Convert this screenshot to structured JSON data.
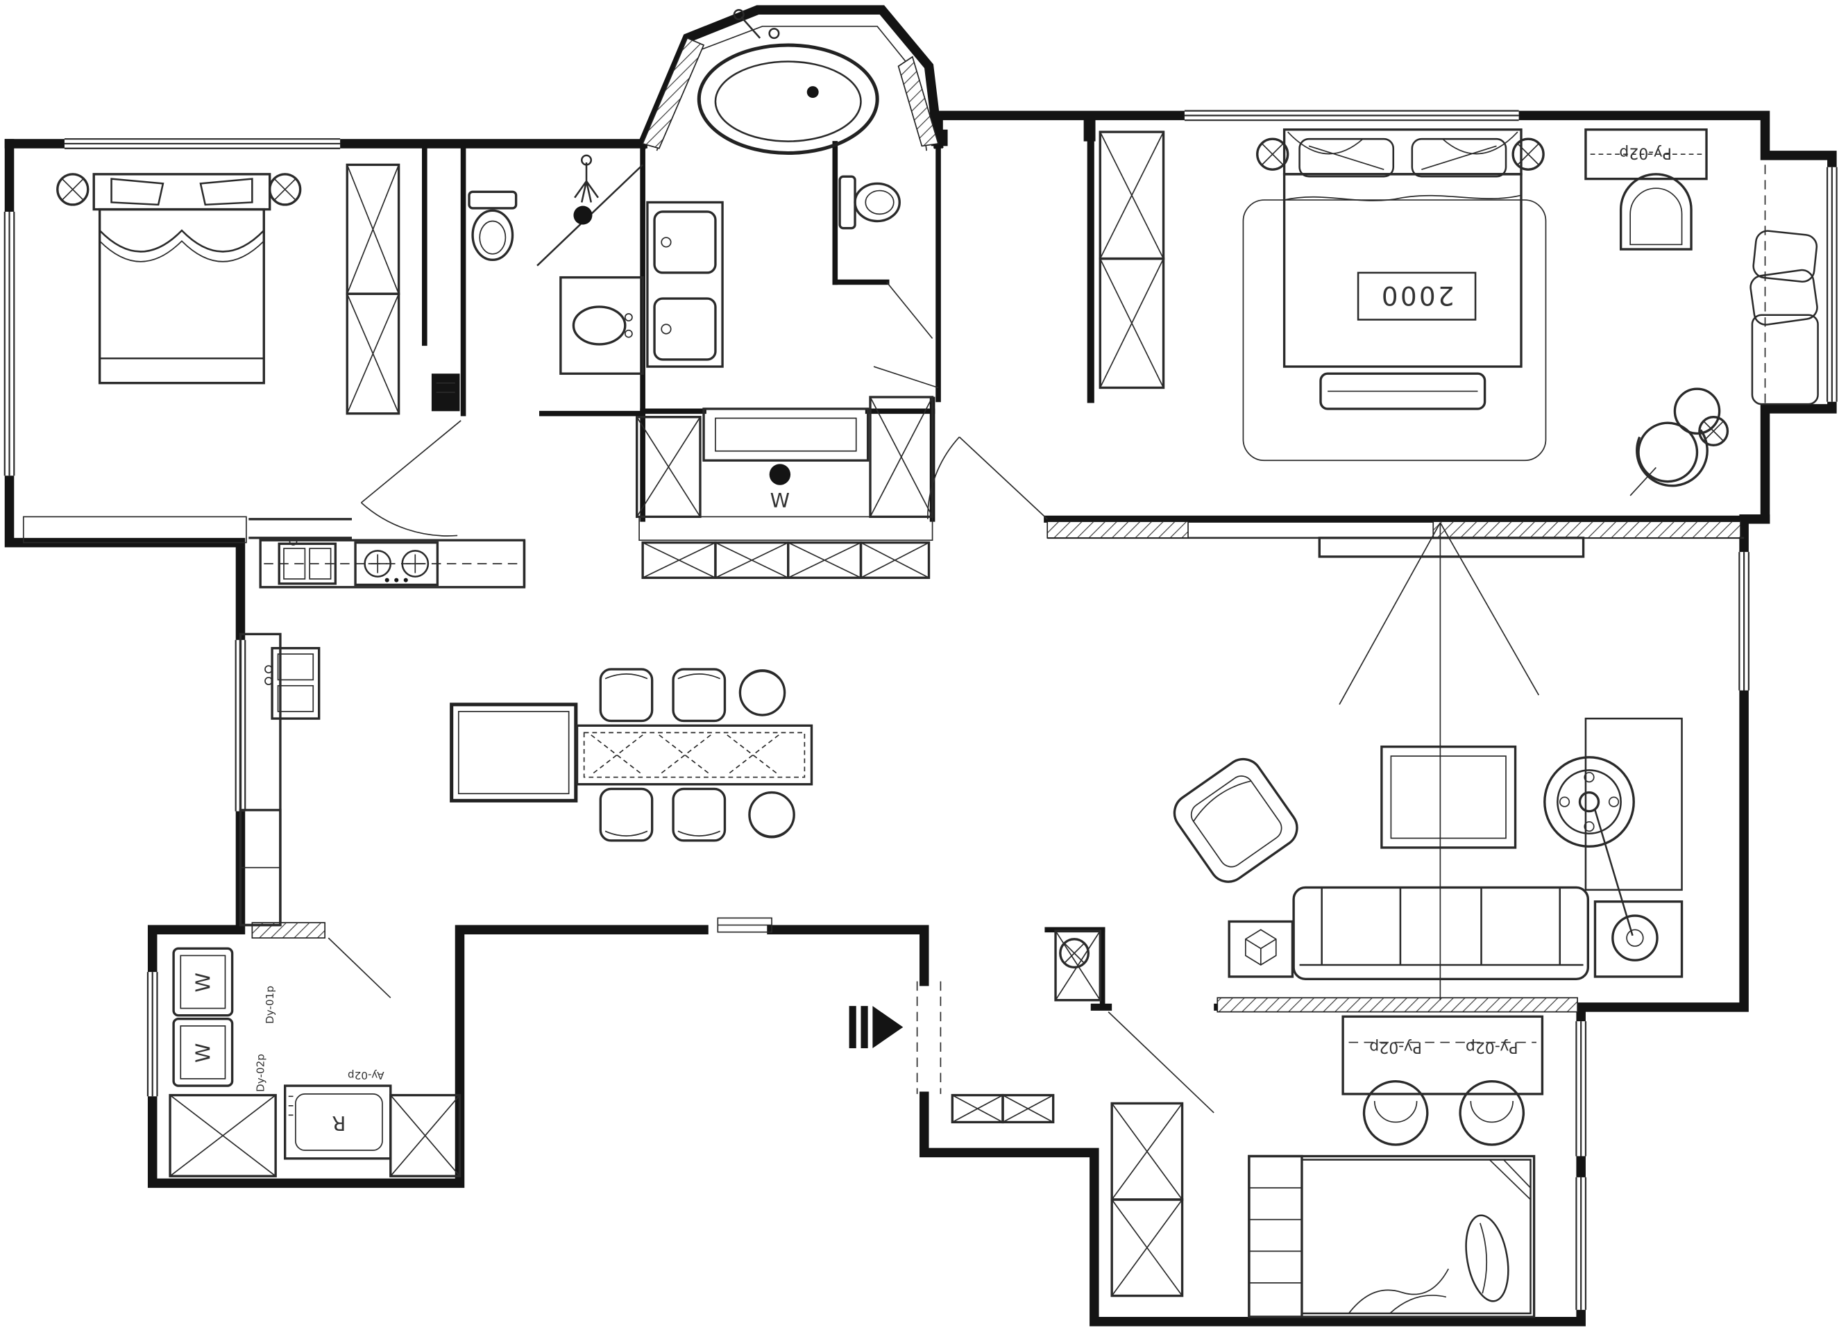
{
  "page": {
    "type": "apartment-floor-plan",
    "background": "#ffffff",
    "line_color": "#141414"
  },
  "labels": {
    "master_bed_width": "2000",
    "master_curtain_code": "Py-02p",
    "desk_code_left": "Py-02p",
    "desk_code_right": "Py-02p",
    "washer_stack_top": "W",
    "washer_stack_bottom": "W",
    "utility_washer": "W",
    "range_code": "R",
    "laundry_code_1": "Dy-01p",
    "laundry_code_2": "Dy-02p",
    "laundry_code_3": "Ay-02p"
  }
}
